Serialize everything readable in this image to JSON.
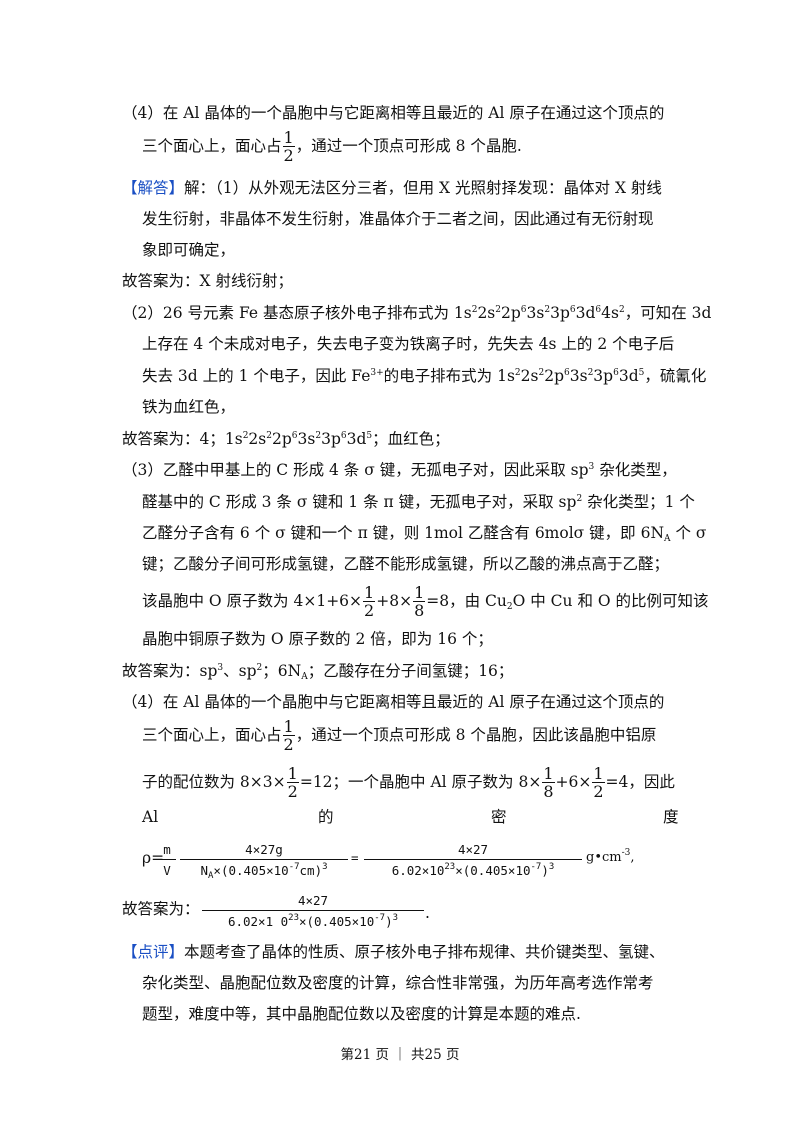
{
  "p_top": {
    "l1": "（4）在 Al 晶体的一个晶胞中与它距离相等且最近的 Al 原子在通过这个顶点的",
    "l2a": "三个面心上，面心占",
    "l2b": "，通过一个顶点可形成 8 个晶胞."
  },
  "answer": {
    "tag": "【解答】",
    "l1": "解：（1）从外观无法区分三者，但用 X 光照射择发现：晶体对 X 射线",
    "l2": "发生衍射，非晶体不发生衍射，准晶体介于二者之间，因此通过有无衍射现",
    "l3": "象即可确定，",
    "ans1": "故答案为：X 射线衍射；"
  },
  "q2": {
    "l1a": "（2）26 号元素 Fe 基态原子核外电子排布式为 1s",
    "l1b": "，可知在 3d",
    "l2": "上存在 4 个未成对电子，失去电子变为铁离子时，先失去 4s 上的 2 个电子后",
    "l3a": "失去 3d 上的 1 个电子，因此 Fe",
    "l3b": "的电子排布式为 1s",
    "l3c": "，硫氰化",
    "l4": "铁为血红色，",
    "ans_a": "故答案为：4；1s",
    "ans_b": "；血红色；"
  },
  "q3": {
    "l1a": "（3）乙醛中甲基上的 C 形成 4 条 σ 键，无孤电子对，因此采取 sp",
    "l1b": " 杂化类型，",
    "l2a": "醛基中的 C 形成 3 条 σ 键和 1 条 π 键，无孤电子对，采取 sp",
    "l2b": " 杂化类型；1 个",
    "l3a": "乙醛分子含有 6 个 σ 键和一个 π 键，则 1mol 乙醛含有 6molσ 键，即 6N",
    "l3b": " 个 σ",
    "l4": "键；乙酸分子间可形成氢键，乙醛不能形成氢键，所以乙酸的沸点高于乙醛；",
    "l5a": "该晶胞中 O 原子数为 4×1+6×",
    "l5b": "+8×",
    "l5c": "=8，由 Cu",
    "l5d": "O 中 Cu 和 O 的比例可知该",
    "l6": "晶胞中铜原子数为 O 原子数的 2 倍，即为 16 个；",
    "ans_a": "故答案为：sp",
    "ans_b": "、sp",
    "ans_c": "；6N",
    "ans_d": "；乙酸存在分子间氢键；16；"
  },
  "q4": {
    "l1": "（4）在 Al 晶体的一个晶胞中与它距离相等且最近的 Al 原子在通过这个顶点的",
    "l2a": "三个面心上，面心占",
    "l2b": "，通过一个顶点可形成 8 个晶胞，因此该晶胞中铝原",
    "l3a": "子的配位数为 8×3×",
    "l3b": "=12；一个晶胞中 Al 原子数为 8×",
    "l3c": "+6×",
    "l3d": "=4，因此",
    "l4_w1": "Al",
    "l4_w2": "的",
    "l4_w3": "密",
    "l4_w4": "度",
    "rho": "ρ=",
    "m": "m",
    "V": "V",
    "f1_num": "4×27g",
    "f1_den_a": "N",
    "f1_den_b": "×(0.405×10",
    "f1_den_c": "cm)",
    "f2_num": "4×27",
    "f2_den_a": "6.02×10",
    "f2_den_b": "×(0.405×10",
    "f2_den_c": ")",
    "unit": "g•cm",
    "ans_label": "故答案为：",
    "f3_num": "4×27",
    "f3_den_a": "6.02×1 0",
    "f3_den_b": "×(0.405×10",
    "f3_den_c": ")"
  },
  "comment": {
    "tag": "【点评】",
    "l1": "本题考查了晶体的性质、原子核外电子排布规律、共价键类型、氢键、",
    "l2": "杂化类型、晶胞配位数及密度的计算，综合性非常强，为历年高考选作常考",
    "l3": "题型，难度中等，其中晶胞配位数以及密度的计算是本题的难点."
  },
  "footer": "第21 页 ｜ 共25 页"
}
